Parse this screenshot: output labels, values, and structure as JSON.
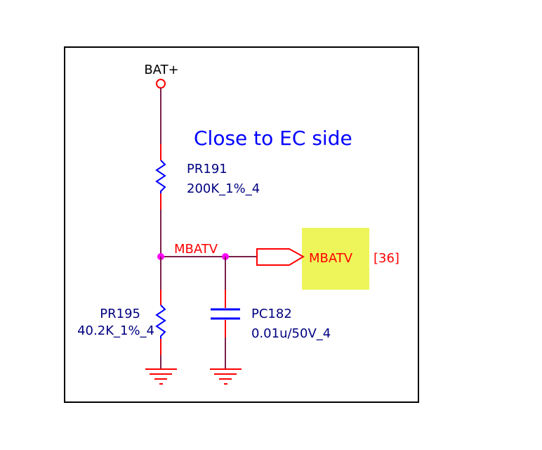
{
  "power_net": {
    "label": "BAT+"
  },
  "note": "Close to EC side",
  "net_label": "MBATV",
  "port": {
    "label": "MBATV",
    "ref": "[36]"
  },
  "components": [
    {
      "ref": "PR191",
      "value": "200K_1%_4"
    },
    {
      "ref": "PR195",
      "value": "40.2K_1%_4"
    },
    {
      "ref": "PC182",
      "value": "0.01u/50V_4"
    }
  ],
  "colors": {
    "wire": "#7a1f4a",
    "pin": "#ff0000",
    "part": "#0000ff",
    "text_ref": "#000080",
    "junction": "#ff00ff",
    "highlight": "#eef55a"
  }
}
